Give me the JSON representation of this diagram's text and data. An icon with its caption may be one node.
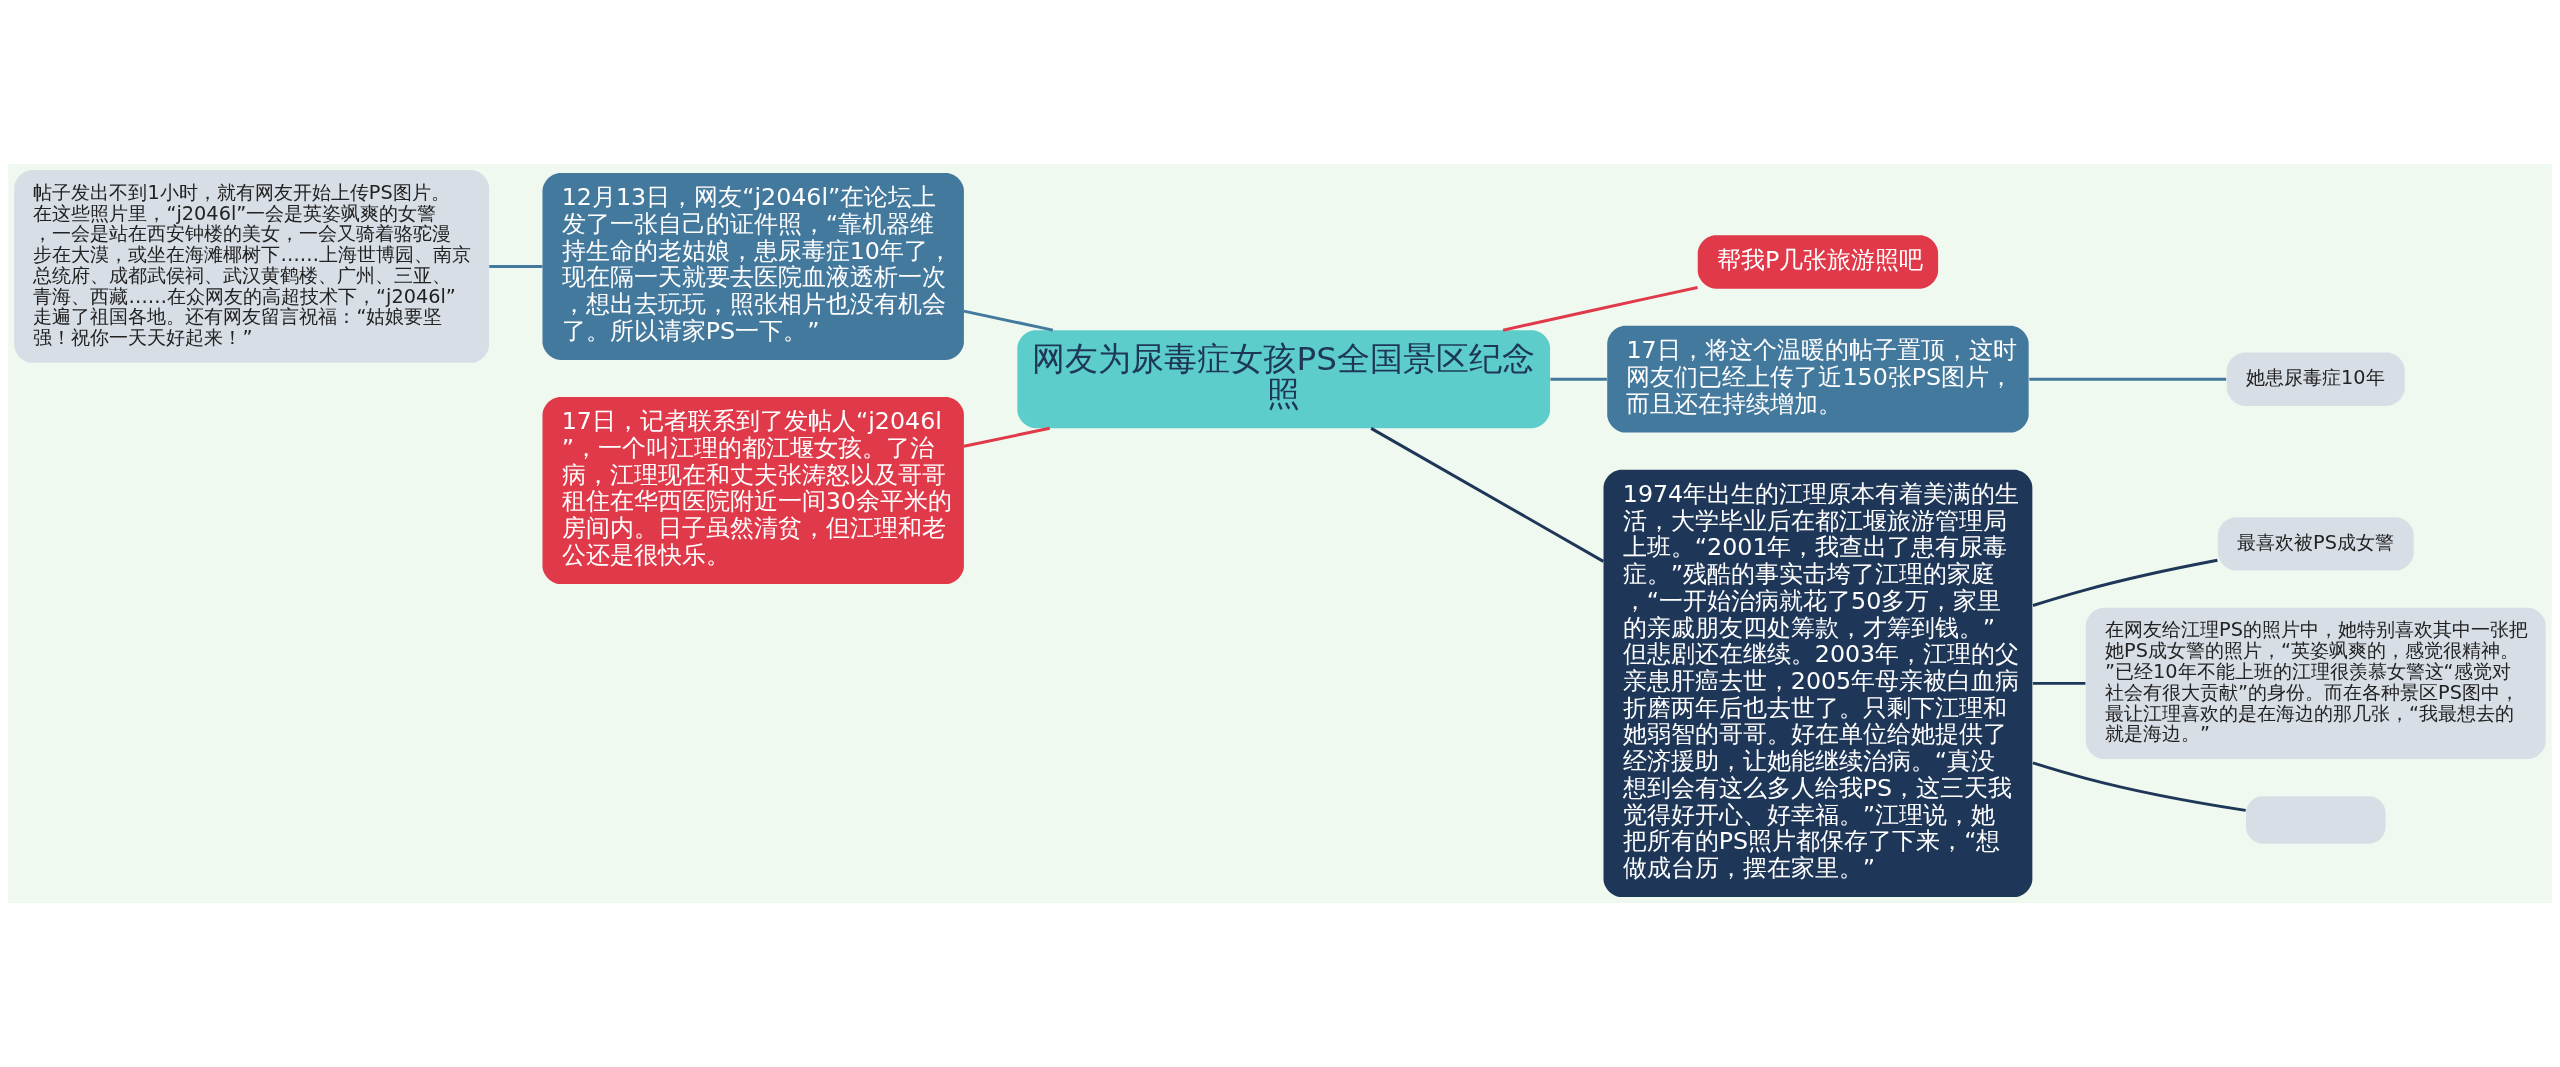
{
  "diagram": {
    "nodes": [
      {
        "text": [
          "网友为尿毒症女孩PS全国景区纪念照"
        ]
      },
      {
        "text": [
          "帮我P几张旅游照吧"
        ]
      },
      {
        "text": [
          "17日，将这个温暖的帖子置顶，这时网友们已经上传了近150张PS图片，而且还在持续增加。"
        ]
      },
      {
        "text": [
          "她患尿毒症10年"
        ]
      },
      {
        "text": [
          "1974年出生的江理原本有着美满的生活，大学毕业后在都江堰旅游管理局上班。“2001年，我查出了患有尿毒症。”残酷的事实击垮了江理的家庭，“一开始治病就花了50多万，家里的亲戚朋友四处筹款，才筹到钱。”但悲剧还在继续。2003年，江理的父亲患肝癌去世，2005年母亲被白血病折磨两年后也去世了。只剩下江理和她弱智的哥哥。好在单位给她提供了经济援助，让她能继续治病。“真没想到会有这么多人给我PS，这三天我觉得好开心、好幸福。”江理说，她把所有的PS照片都保存了下来，“想做成台历，摆在家里。”"
        ]
      },
      {
        "text": [
          "最喜欢被PS成女警"
        ]
      },
      {
        "text": [
          "在网友给江理PS的照片中，她特别喜欢其中一张把她PS成女警的照片，“英姿飒爽的，感觉很精神。”已经10年不能上班的江理很羡慕女警这“感觉对社会有很大贡献”的身份。而在各种景区PS图中，最让江理喜欢的是在海边的那几张，“我最想去的就是海边。”"
        ]
      },
      {
        "text": [],
        "shape": "box"
      },
      {
        "text": [
          "12月13日，网友“j2046l”在论坛上发了一张自己的证件照，“靠机器维持生命的老姑娘，患尿毒症10年了，现在隔一天就要去医院血液透析一次，想出去玩玩，照张相片也没有机会了。所以请家PS一下。”"
        ]
      },
      {
        "text": [
          "帖子发出不到1小时，就有网友开始上传PS图片。在这些照片里，“j2046l”一会是英姿飒爽的女警，一会是站在西安钟楼的美女，一会又骑着骆驼漫步在大漠，或坐在海滩椰树下……上海世博园、南京总统府、成都武侯祠、武汉黄鹤楼、广州、三亚、青海、西藏……在众网友的高超技术下，“j2046l”走遍了祖国各地。还有网友留言祝福：“姑娘要坚强！祝你一天天好起来！”"
        ]
      },
      {
        "text": [
          "17日，记者联系到了发帖人“j2046l”，一个叫江理的都江堰女孩。了治病，江理现在和丈夫张涛怒以及哥哥租住在华西医院附近一间30余平米的房间内。日子虽然清贫，但江理和老公还是很快乐。"
        ]
      }
    ],
    "edges": [
      {
        "from": 0,
        "to": 1,
        "arrow": "none",
        "color": "#e03a4a"
      },
      {
        "from": 0,
        "to": 2,
        "arrow": "none"
      },
      {
        "from": 2,
        "to": 3,
        "arrow": "none"
      },
      {
        "from": 0,
        "to": 4,
        "arrow": "none",
        "color": "#1e3658"
      },
      {
        "from": 4,
        "to": 5,
        "arrow": "none",
        "color": "#1e3658"
      },
      {
        "from": 4,
        "to": 6,
        "arrow": "none",
        "color": "#1e3658"
      },
      {
        "from": 4,
        "to": 7,
        "arrow": "none",
        "color": "#1e3658"
      },
      {
        "from": 9,
        "to": 8,
        "arrow": "none"
      },
      {
        "from": 8,
        "to": 0,
        "arrow": "none"
      },
      {
        "from": 10,
        "to": 0,
        "arrow": "none",
        "color": "#e03a4a"
      }
    ]
  }
}
